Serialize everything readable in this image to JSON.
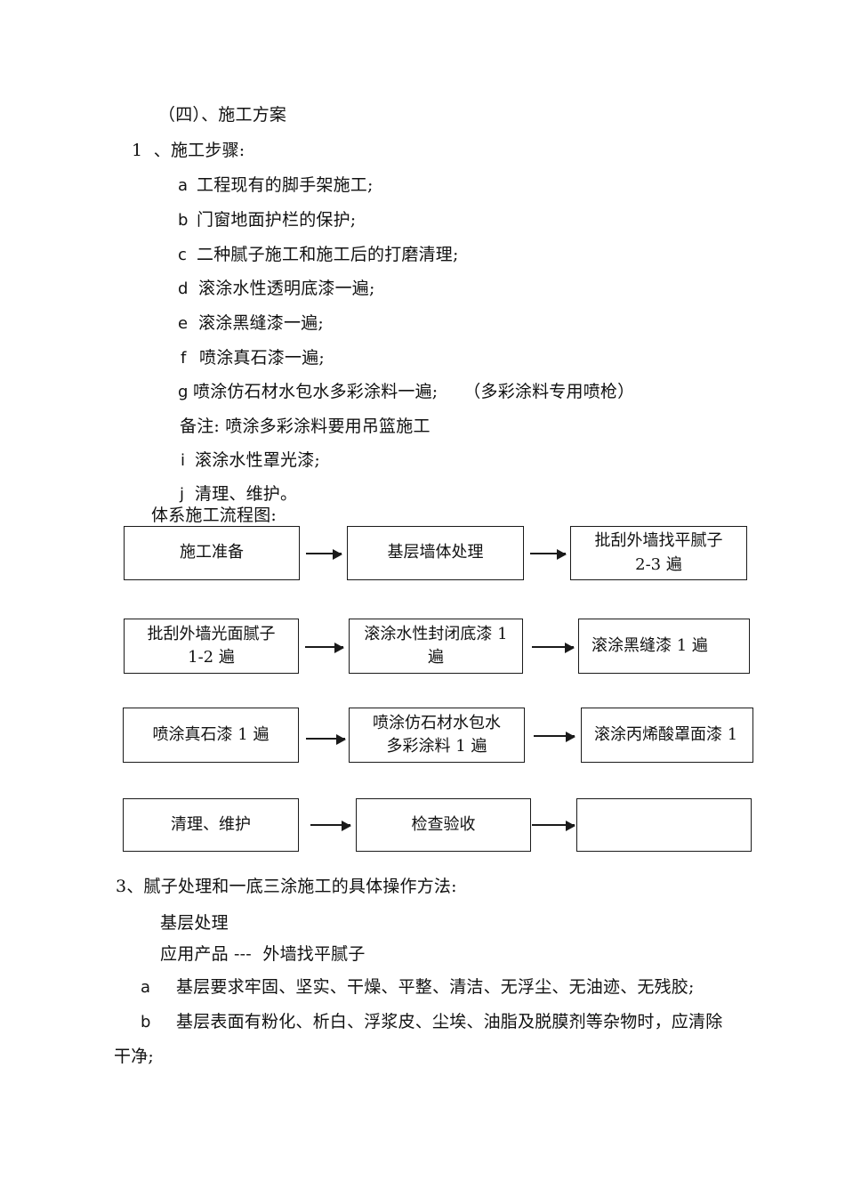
{
  "document": {
    "section_heading": "（四）、施工方案",
    "step_list_heading": "1  、施工步骤:",
    "steps": [
      {
        "marker": "a",
        "text": "工程现有的脚手架施工;"
      },
      {
        "marker": "b",
        "text": "门窗地面护栏的保护;"
      },
      {
        "marker": "c",
        "text": "二种腻子施工和施工后的打磨清理;"
      },
      {
        "marker": "d",
        "text": "滚涂水性透明底漆一遍;"
      },
      {
        "marker": "e",
        "text": "滚涂黑缝漆一遍;"
      },
      {
        "marker": "f",
        "text": "喷涂真石漆一遍;"
      },
      {
        "marker": "g",
        "text": "喷涂仿石材水包水多彩涂料一遍;　　（多彩涂料专用喷枪）"
      },
      {
        "marker": "",
        "text": "备注: 喷涂多彩涂料要用吊篮施工"
      },
      {
        "marker": "i",
        "text": "滚涂水性罩光漆;"
      },
      {
        "marker": "j",
        "text": "清理、维护。"
      }
    ],
    "flowchart_title": "体系施工流程图:",
    "section3_heading": "3、腻子处理和一底三涂施工的具体操作方法:",
    "section3_lines": [
      "基层处理",
      "应用产品 ---  外墙找平腻子"
    ],
    "section3_items": [
      {
        "marker": "a",
        "text": "基层要求牢固、坚实、干燥、平整、清洁、无浮尘、无油迹、无残胶;"
      },
      {
        "marker": "b",
        "text": "基层表面有粉化、析白、浮浆皮、尘埃、油脂及脱膜剂等杂物时，应清除"
      }
    ],
    "section3_continuation": "干净;"
  },
  "flowchart": {
    "boxes": [
      {
        "id": "r1c1",
        "label": "施工准备"
      },
      {
        "id": "r1c2",
        "label": "基层墙体处理"
      },
      {
        "id": "r1c3",
        "label": "批刮外墙找平腻子\n2-3 遍"
      },
      {
        "id": "r2c1",
        "label": "批刮外墙光面腻子\n1-2 遍"
      },
      {
        "id": "r2c2",
        "label": "滚涂水性封闭底漆  1\n遍"
      },
      {
        "id": "r2c3",
        "label": "滚涂黑缝漆  1 遍"
      },
      {
        "id": "r3c1",
        "label": "喷涂真石漆  1 遍"
      },
      {
        "id": "r3c2",
        "label": "喷涂仿石材水包水\n多彩涂料  1 遍"
      },
      {
        "id": "r3c3",
        "label": "滚涂丙烯酸罩面漆   1"
      },
      {
        "id": "r4c1",
        "label": "清理、维护"
      },
      {
        "id": "r4c2",
        "label": "检查验收"
      },
      {
        "id": "r4c3",
        "label": ""
      }
    ]
  },
  "colors": {
    "page_background": "#ffffff",
    "text": "#111111",
    "box_border": "#1a1a1a",
    "arrow": "#1a1a1a"
  }
}
